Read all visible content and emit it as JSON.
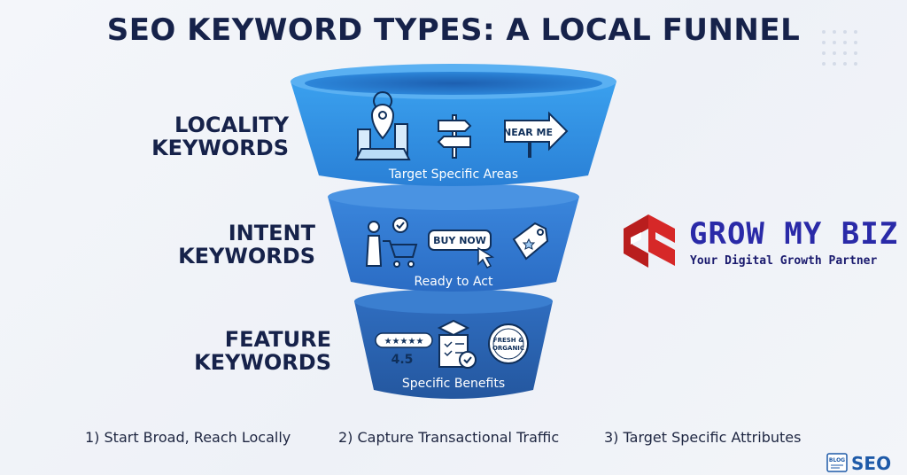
{
  "title": "SEO KEYWORD TYPES: A LOCAL FUNNEL",
  "tiers": [
    {
      "label_line1": "LOCALITY",
      "label_line2": "KEYWORDS",
      "caption": "Target Specific Areas",
      "icons": [
        "city-location-pin-icon",
        "signpost-icon",
        "near-me-arrow-sign-icon"
      ],
      "sign_text": "NEAR ME"
    },
    {
      "label_line1": "INTENT",
      "label_line2": "KEYWORDS",
      "caption": "Ready to Act",
      "icons": [
        "shopper-with-cart-icon",
        "buy-now-button-icon",
        "price-tag-icon"
      ],
      "sign_text": "BUY NOW"
    },
    {
      "label_line1": "FEATURE",
      "label_line2": "KEYWORDS",
      "caption": "Specific Benefits",
      "icons": [
        "star-rating-icon",
        "checklist-box-icon",
        "fresh-organic-seal-icon"
      ],
      "rating_value": "4.5",
      "seal_line1": "FRESH &",
      "seal_line2": "ORGANIC"
    }
  ],
  "steps": [
    "1) Start Broad, Reach Locally",
    "2) Capture Transactional Traffic",
    "3) Target Specific Attributes"
  ],
  "brand": {
    "name": "GROW MY BIZ",
    "tagline": "Your Digital Growth Partner",
    "logo_color": "#d62828",
    "name_color": "#2a2aa8"
  },
  "badge": {
    "blog_text": "BLOG",
    "text": "SEO"
  },
  "colors": {
    "title": "#16224a",
    "tier1": "#2f8fe0",
    "tier2": "#2f74cf",
    "tier3": "#2961b3"
  }
}
